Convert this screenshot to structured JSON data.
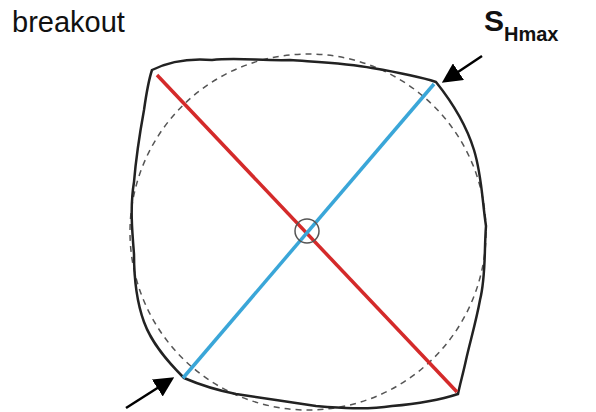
{
  "diagram": {
    "labels": [
      "breakout",
      "S",
      "Hmax"
    ]
  }
}
